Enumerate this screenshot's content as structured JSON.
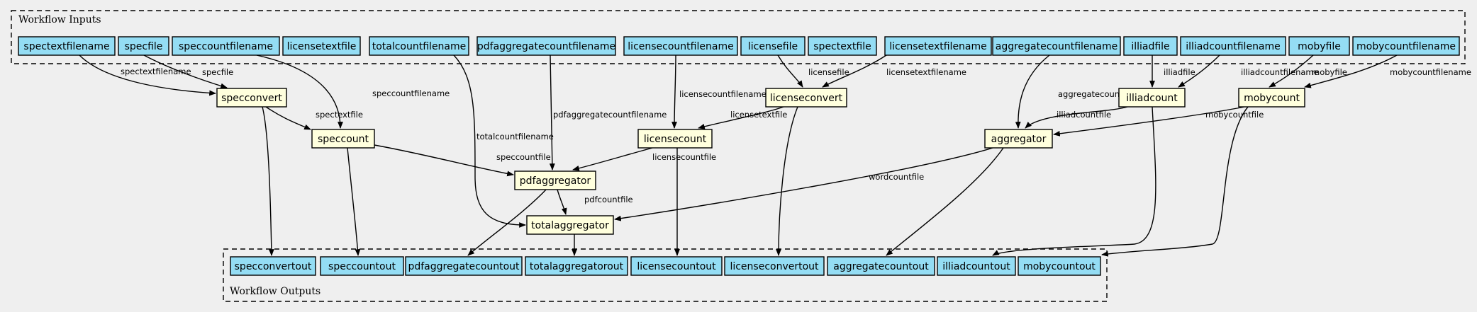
{
  "clusters": {
    "inputs_label": "Workflow Inputs",
    "outputs_label": "Workflow Outputs"
  },
  "inputs": [
    "spectextfilename",
    "specfile",
    "speccountfilename",
    "licensetextfile",
    "totalcountfilename",
    "pdfaggregatecountfilename",
    "licensecountfilename",
    "licensefile",
    "spectextfile",
    "licensetextfilename",
    "aggregatecountfilename",
    "illiadfile",
    "illiadcountfilename",
    "mobyfile",
    "mobycountfilename"
  ],
  "steps": [
    "specconvert",
    "speccount",
    "pdfaggregator",
    "totalaggregator",
    "licensecount",
    "licenseconvert",
    "aggregator",
    "illiadcount",
    "mobycount"
  ],
  "outputs": [
    "specconvertout",
    "speccountout",
    "pdfaggregatecountout",
    "totalaggregatorout",
    "licensecountout",
    "licenseconvertout",
    "aggregatecountout",
    "illiadcountout",
    "mobycountout"
  ],
  "edges": [
    {
      "from": "spectextfilename",
      "to": "specconvert",
      "label": "spectextfilename"
    },
    {
      "from": "specfile",
      "to": "specconvert",
      "label": "specfile"
    },
    {
      "from": "speccountfilename",
      "to": "speccount",
      "label": "speccountfilename"
    },
    {
      "from": "totalcountfilename",
      "to": "totalaggregator",
      "label": "totalcountfilename"
    },
    {
      "from": "pdfaggregatecountfilename",
      "to": "pdfaggregator",
      "label": "pdfaggregatecountfilename"
    },
    {
      "from": "licensecountfilename",
      "to": "licensecount",
      "label": "licensecountfilename"
    },
    {
      "from": "licensefile",
      "to": "licenseconvert",
      "label": "licensefile"
    },
    {
      "from": "licensetextfilename",
      "to": "licenseconvert",
      "label": "licensetextfilename"
    },
    {
      "from": "aggregatecountfilename",
      "to": "aggregator",
      "label": "aggregatecountfilename"
    },
    {
      "from": "illiadfile",
      "to": "illiadcount",
      "label": "illiadfile"
    },
    {
      "from": "illiadcountfilename",
      "to": "illiadcount",
      "label": "illiadcountfilename"
    },
    {
      "from": "mobyfile",
      "to": "mobycount",
      "label": "mobyfile"
    },
    {
      "from": "mobycountfilename",
      "to": "mobycount",
      "label": "mobycountfilename"
    },
    {
      "from": "specconvert",
      "to": "speccount",
      "label": "spectextfile"
    },
    {
      "from": "speccount",
      "to": "pdfaggregator",
      "label": "speccountfile"
    },
    {
      "from": "licenseconvert",
      "to": "licensecount",
      "label": "licensetextfile"
    },
    {
      "from": "licensecount",
      "to": "pdfaggregator",
      "label": "licensecountfile"
    },
    {
      "from": "illiadcount",
      "to": "aggregator",
      "label": "illiadcountfile"
    },
    {
      "from": "mobycount",
      "to": "aggregator",
      "label": "mobycountfile"
    },
    {
      "from": "aggregator",
      "to": "totalaggregator",
      "label": "wordcountfile"
    },
    {
      "from": "pdfaggregator",
      "to": "totalaggregator",
      "label": "pdfcountfile"
    },
    {
      "from": "specconvert",
      "to": "specconvertout",
      "label": ""
    },
    {
      "from": "speccount",
      "to": "speccountout",
      "label": ""
    },
    {
      "from": "pdfaggregator",
      "to": "pdfaggregatecountout",
      "label": ""
    },
    {
      "from": "totalaggregator",
      "to": "totalaggregatorout",
      "label": ""
    },
    {
      "from": "licensecount",
      "to": "licensecountout",
      "label": ""
    },
    {
      "from": "licenseconvert",
      "to": "licenseconvertout",
      "label": ""
    },
    {
      "from": "aggregator",
      "to": "aggregatecountout",
      "label": ""
    },
    {
      "from": "illiadcount",
      "to": "illiadcountout",
      "label": ""
    },
    {
      "from": "mobycount",
      "to": "mobycountout",
      "label": ""
    }
  ],
  "colors": {
    "background": "#efefef",
    "io_node": "#94ddf4",
    "step_node": "#ffffdd",
    "stroke": "#000000"
  }
}
